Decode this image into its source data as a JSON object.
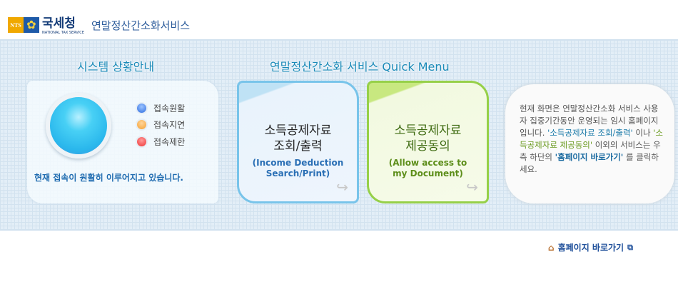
{
  "header": {
    "logo_abbr": "NTS",
    "agency": "국세청",
    "agency_en": "NATIONAL TAX SERVICE",
    "service_title": "연말정산간소화서비스"
  },
  "status": {
    "title": "시스템 상황안내",
    "legend": [
      {
        "label": "접속원활",
        "color": "#2f6de0"
      },
      {
        "label": "접속지연",
        "color": "#f5a030"
      },
      {
        "label": "접속제한",
        "color": "#f03535"
      }
    ],
    "current_color": "#2ab7ec",
    "message": "현재 접속이 원활히 이루어지고 있습니다."
  },
  "quick_menu": {
    "title": "연말정산간소화 서비스 Quick Menu",
    "cards": [
      {
        "title_line1": "소득공제자료",
        "title_line2": "조회/출력",
        "en_line1": "(Income Deduction",
        "en_line2": "Search/Print)"
      },
      {
        "title_line1": "소득공제자료",
        "title_line2": "제공동의",
        "en_line1": "(Allow access to",
        "en_line2": "my Document)"
      }
    ]
  },
  "notice": {
    "part1": "현재 화면은 연말정산간소화 서비스 사용자 집중기간동안 운영되는 임시 홈페이지입니다.",
    "link1": "'소득공제자료 조회/출력'",
    "part2": " 이나 ",
    "link2": "'소득공제자료 제공동의'",
    "part3": " 이외의 서비스는 우측 하단의 ",
    "link3": "'홈페이지 바로가기'",
    "part4": " 를 클릭하세요."
  },
  "footer": {
    "home_link": "홈페이지 바로가기"
  }
}
